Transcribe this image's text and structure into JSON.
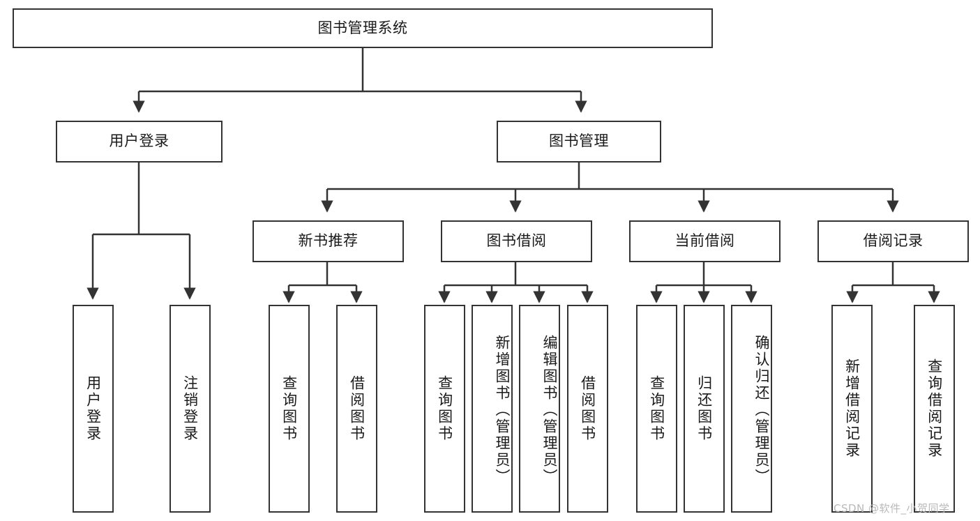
{
  "diagram": {
    "type": "tree",
    "title": "图书管理系统",
    "watermark": "CSDN @软件_小贺同学",
    "colors": {
      "stroke": "#333333",
      "fill": "#ffffff",
      "text": "#1a1a1a",
      "watermark": "#b9b9b9"
    },
    "root": {
      "label": "图书管理系统"
    },
    "level2": [
      {
        "label": "用户登录"
      },
      {
        "label": "图书管理"
      }
    ],
    "level3": [
      {
        "label": "新书推荐"
      },
      {
        "label": "图书借阅"
      },
      {
        "label": "当前借阅"
      },
      {
        "label": "借阅记录"
      }
    ],
    "leaves": {
      "user_login": [
        {
          "label": "用户登录"
        },
        {
          "label": "注销登录"
        }
      ],
      "new_book_recommend": [
        {
          "label": "查询图书"
        },
        {
          "label": "借阅图书"
        }
      ],
      "book_borrow": [
        {
          "label": "查询图书"
        },
        {
          "label": "新增图书（管理员）"
        },
        {
          "label": "编辑图书（管理员）"
        },
        {
          "label": "借阅图书"
        }
      ],
      "current_borrow": [
        {
          "label": "查询图书"
        },
        {
          "label": "归还图书"
        },
        {
          "label": "确认归还（管理员）"
        }
      ],
      "borrow_record": [
        {
          "label": "新增借阅记录"
        },
        {
          "label": "查询借阅记录"
        }
      ]
    }
  }
}
